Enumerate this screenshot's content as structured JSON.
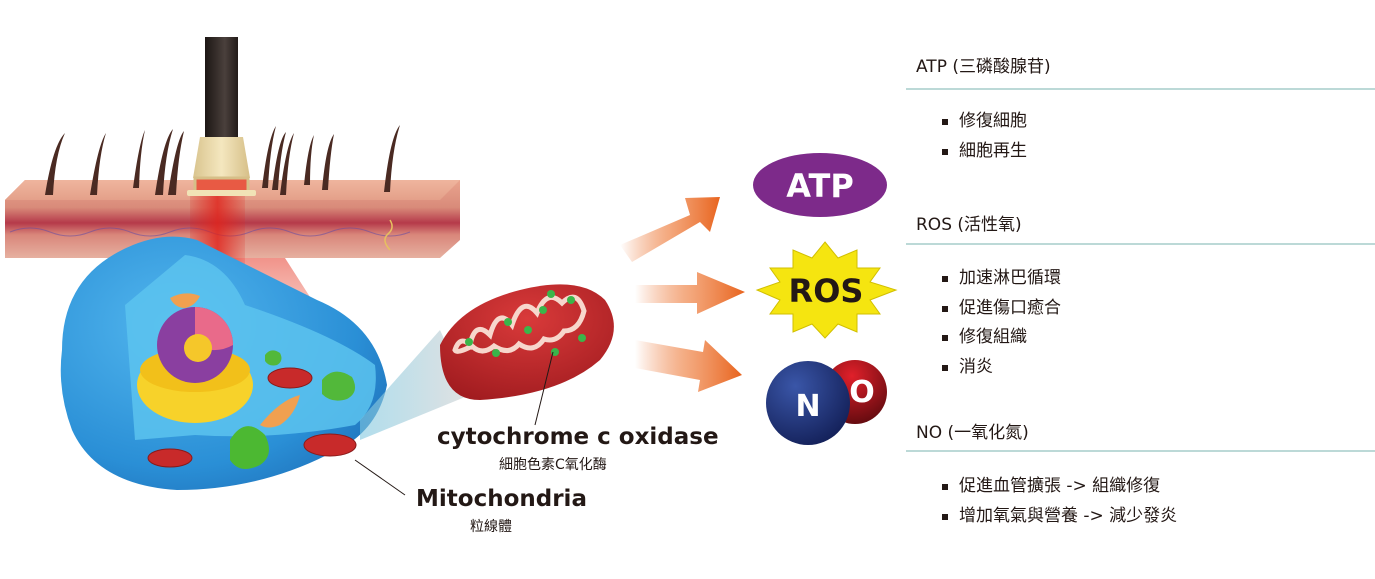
{
  "molecules": {
    "atp": {
      "label": "ATP",
      "color": "#7d2a8a"
    },
    "ros": {
      "label": "ROS",
      "color": "#f5e510"
    },
    "no": {
      "n_label": "N",
      "o_label": "O",
      "n_color": "#1b2f73",
      "o_color": "#8a1016"
    }
  },
  "labels": {
    "cytochrome_en": "cytochrome c oxidase",
    "cytochrome_zh": "細胞色素C氧化酶",
    "mitochondria_en": "Mitochondria",
    "mitochondria_zh": "粒線體"
  },
  "sections": [
    {
      "title": "ATP (三磷酸腺苷)",
      "items": [
        "修復細胞",
        "細胞再生"
      ]
    },
    {
      "title": "ROS (活性氧)",
      "items": [
        "加速淋巴循環",
        "促進傷口癒合",
        "修復組織",
        "消炎"
      ]
    },
    {
      "title": "NO (一氧化氮)",
      "items": [
        "促進血管擴張  ->  組織修復",
        "增加氧氣與營養 -> 減少發炎"
      ]
    }
  ],
  "colors": {
    "divider": "#bcd9d7",
    "arrow": "#e8641e",
    "cell": "#2a8fd6",
    "laser_beam": "#e0231b"
  }
}
